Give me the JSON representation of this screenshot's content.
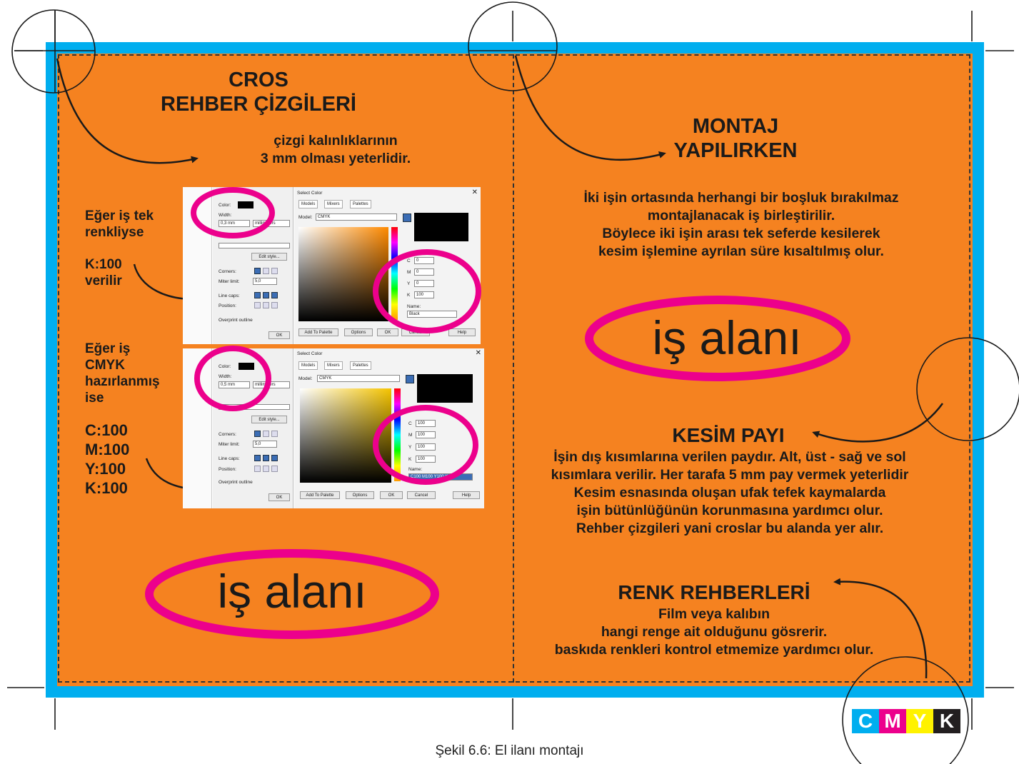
{
  "left_panel": {
    "title_line1": "CROS",
    "title_line2": "REHBER ÇİZGİLERİ",
    "note_line1": "çizgi kalınlıklarının",
    "note_line2": "3 mm olması yeterlidir.",
    "single_color_line1": "Eğer iş tek",
    "single_color_line2": "renkliyse",
    "k_value_line1": "K:100",
    "k_value_line2": "verilir",
    "cmyk_line1": "Eğer iş",
    "cmyk_line2": "CMYK",
    "cmyk_line3": "hazırlanmış",
    "cmyk_line4": "ise",
    "c_value": "C:100",
    "m_value": "M:100",
    "y_value": "Y:100",
    "k_value": "K:100",
    "work_area": "iş alanı"
  },
  "right_panel": {
    "montage_line1": "MONTAJ",
    "montage_line2": "YAPILIRKEN",
    "montage_desc": [
      "İki işin ortasında herhangi bir boşluk bırakılmaz",
      "montajlanacak iş birleştirilir.",
      "Böylece iki işin arası tek seferde kesilerek",
      "kesim işlemine ayrılan süre kısaltılmış olur."
    ],
    "work_area": "iş alanı",
    "bleed_title": "KESİM PAYI",
    "bleed_desc": [
      "İşin dış kısımlarına verilen paydır. Alt, üst - sağ ve sol",
      "kısımlara verilir. Her tarafa 5 mm pay vermek yeterlidir",
      "Kesim esnasında oluşan ufak tefek kaymalarda",
      "işin bütünlüğünün korunmasına yardımcı olur.",
      "Rehber çizgileri yani croslar bu alanda yer alır."
    ],
    "color_guide_title": "RENK REHBERLERİ",
    "color_guide_desc": [
      "Film veya kalıbın",
      "hangi renge ait olduğunu gösrerir.",
      "baskıda renkleri kontrol etmemize yardımcı olur."
    ]
  },
  "cmyk_bar": {
    "letters": [
      "C",
      "M",
      "Y",
      "K"
    ],
    "colors": [
      "#00aeef",
      "#ec008c",
      "#fff200",
      "#231f20"
    ]
  },
  "dialog1": {
    "color_label": "Color:",
    "width_label": "Width:",
    "width_value": "0,3 mm",
    "unit_value": "millimeters",
    "edit_style": "Edit style...",
    "corners_label": "Corners:",
    "miter_label": "Miter limit:",
    "miter_value": "5,0",
    "linecaps_label": "Line caps:",
    "position_label": "Position:",
    "overprint_label": "Overprint outline",
    "ok": "OK",
    "select_color": "Select Color",
    "tab_models": "Models",
    "tab_mixers": "Mixers",
    "tab_palettes": "Palettes",
    "model_label": "Model:",
    "model_value": "CMYK",
    "c_val": "0",
    "m_val": "0",
    "y_val": "0",
    "k_val": "100",
    "name_label": "Name:",
    "name_value": "Black",
    "add_to_palette": "Add To Palette",
    "options": "Options",
    "cancel": "Cancel",
    "help": "Help"
  },
  "dialog2": {
    "color_label": "Color:",
    "width_label": "Width:",
    "width_value": "0,5 mm",
    "unit_value": "millimeters",
    "edit_style": "Edit style...",
    "corners_label": "Corners:",
    "miter_label": "Miter limit:",
    "miter_value": "5,0",
    "linecaps_label": "Line caps:",
    "position_label": "Position:",
    "overprint_label": "Overprint outline",
    "ok": "OK",
    "select_color": "Select Color",
    "tab_models": "Models",
    "tab_mixers": "Mixers",
    "tab_palettes": "Palettes",
    "model_label": "Model:",
    "model_value": "CMYK",
    "c_val": "100",
    "m_val": "100",
    "y_val": "100",
    "k_val": "100",
    "name_label": "Name:",
    "name_value": "C100 M100 Y100 K100",
    "add_to_palette": "Add To Palette",
    "options": "Options",
    "cancel": "Cancel",
    "help": "Help"
  },
  "caption": "Şekil 6.6: El ilanı montajı"
}
